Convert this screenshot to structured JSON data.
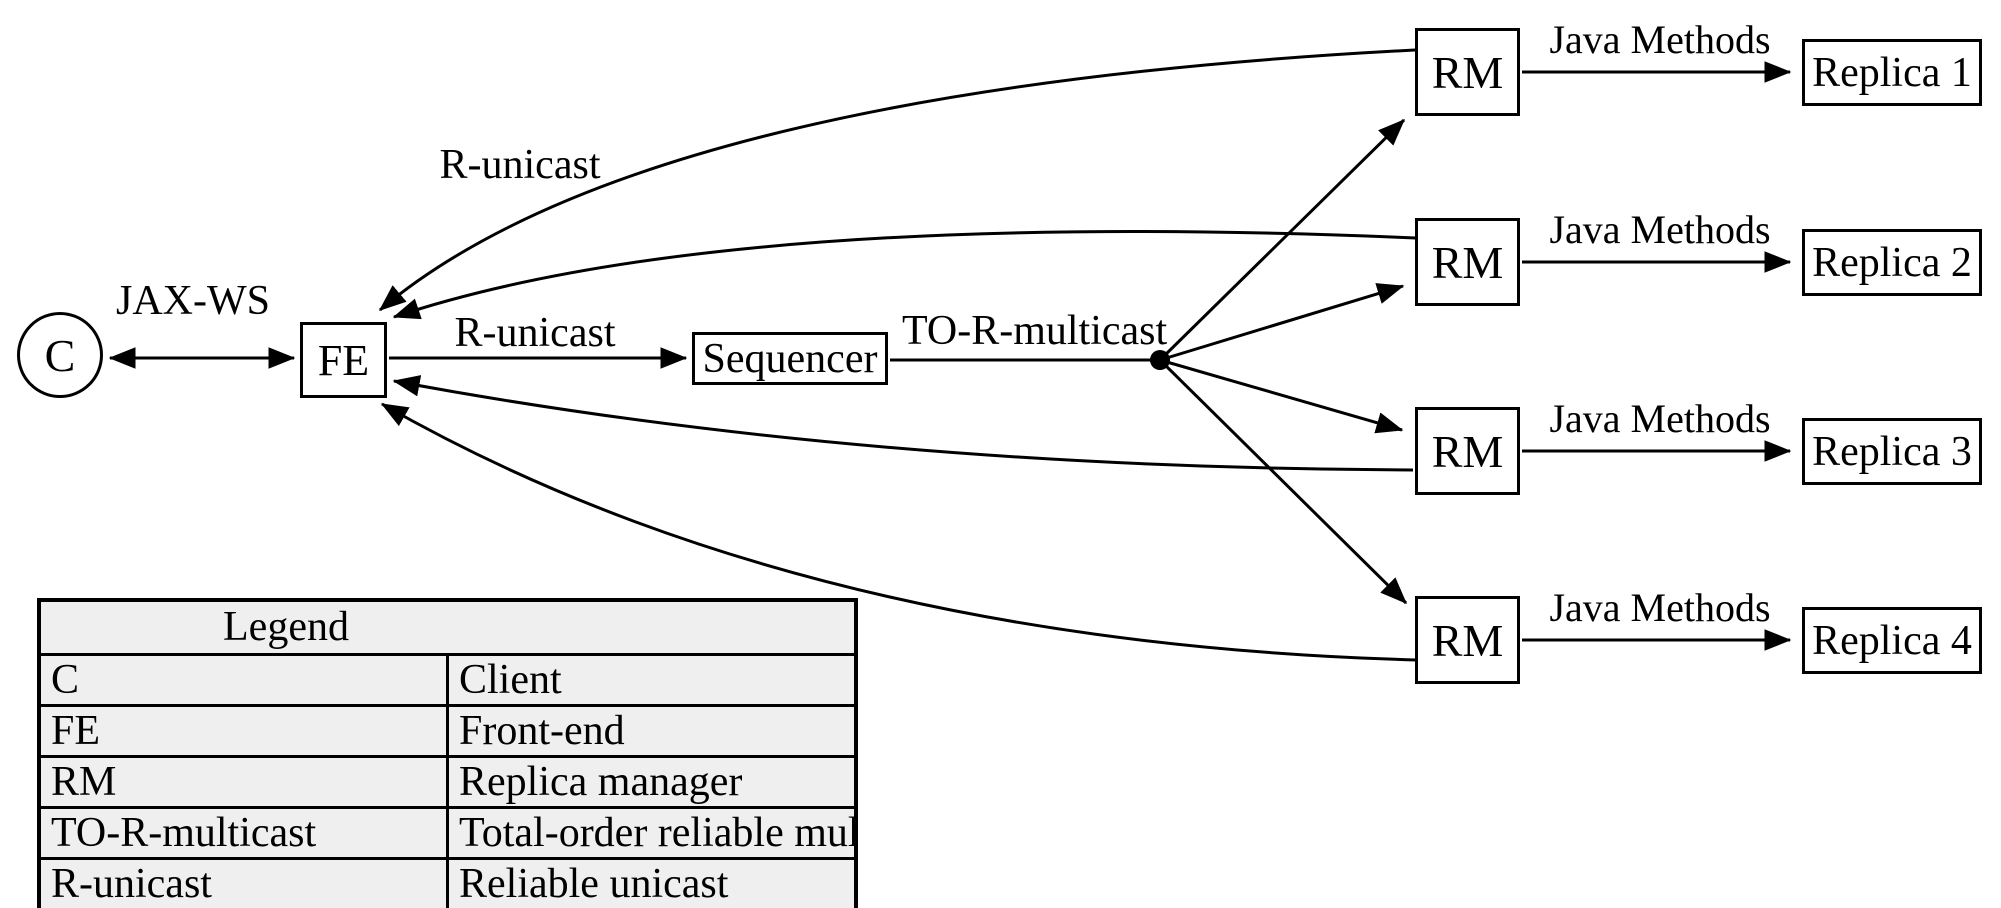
{
  "diagram": {
    "nodes": {
      "client": "C",
      "frontend": "FE",
      "sequencer": "Sequencer",
      "rm": "RM",
      "replicas": [
        "Replica 1",
        "Replica 2",
        "Replica 3",
        "Replica 4"
      ]
    },
    "edge_labels": {
      "jax_ws": "JAX-WS",
      "r_unicast_top": "R-unicast",
      "r_unicast_mid": "R-unicast",
      "to_r_multicast": "TO-R-multicast",
      "java_methods": "Java Methods"
    }
  },
  "legend": {
    "title": "Legend",
    "rows": [
      {
        "term": "C",
        "definition": "Client"
      },
      {
        "term": "FE",
        "definition": "Front-end"
      },
      {
        "term": "RM",
        "definition": "Replica manager"
      },
      {
        "term": "TO-R-multicast",
        "definition": "Total-order reliable multicast"
      },
      {
        "term": "R-unicast",
        "definition": "Reliable unicast"
      }
    ]
  },
  "colors": {
    "line": "#000000",
    "table_background": "#efefef",
    "page_background": "#ffffff"
  }
}
